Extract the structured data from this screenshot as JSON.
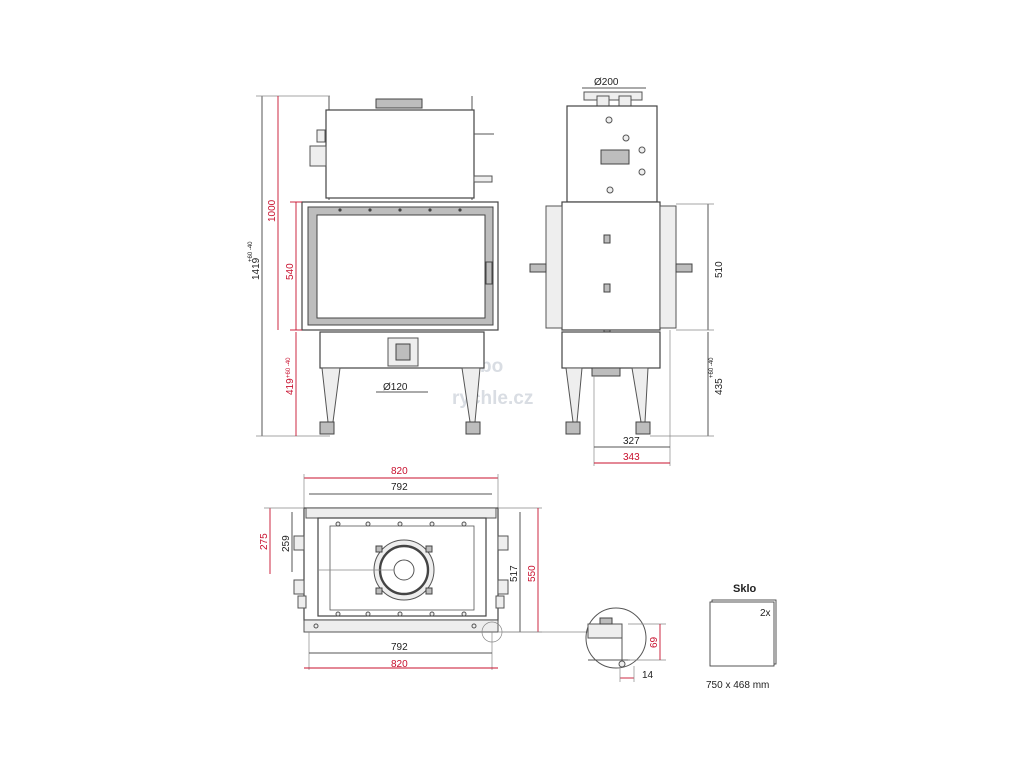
{
  "front": {
    "dim_total": "1419",
    "dim_total_tol": "+60 -40",
    "dim_upper": "1000",
    "dim_glass": "540",
    "dim_legs": "419",
    "dim_legs_tol": "+60 -40",
    "dim_flue": "Ø120"
  },
  "side": {
    "dim_flue": "Ø200",
    "dim_glass": "510",
    "dim_legs": "435",
    "dim_legs_tol": "+60 -40",
    "dim_depth_inner": "327",
    "dim_depth_outer": "343"
  },
  "plan": {
    "dim_width_outer_top": "820",
    "dim_width_inner_top": "792",
    "dim_width_inner_bottom": "792",
    "dim_width_outer_bottom": "820",
    "dim_left_outer": "275",
    "dim_left_inner": "259",
    "dim_depth_inner": "517",
    "dim_depth_outer": "550"
  },
  "detail": {
    "dim_height": "69",
    "dim_offset": "14"
  },
  "glass": {
    "title": "Sklo",
    "count": "2x",
    "size": "750 x 468 mm"
  },
  "watermark": {
    "line1": "krbo",
    "line2": "rychle.cz"
  }
}
